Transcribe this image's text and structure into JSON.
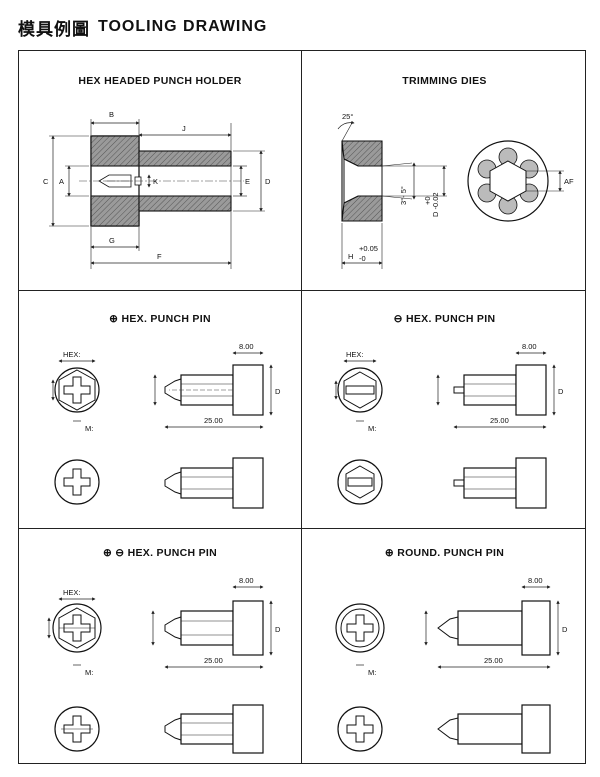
{
  "header": {
    "title_cn": "模具例圖",
    "title_en": "TOOLING DRAWING"
  },
  "panels": {
    "hex_holder": {
      "title": "HEX HEADED PUNCH HOLDER",
      "labels": {
        "B": "B",
        "J": "J",
        "C": "C",
        "A": "A",
        "K": "K",
        "E": "E",
        "D": "D",
        "G": "G",
        "F": "F"
      }
    },
    "trimming": {
      "title": "TRIMMING  DIES",
      "labels": {
        "angle": "25°",
        "taper": "3°- 5°",
        "d_tol_plus": "+0",
        "d_tol": "D -0.02",
        "h_tol_plus": "+0.05",
        "h": "H",
        "h_tol_minus": "-0",
        "af": "AF"
      }
    },
    "plus_hex": {
      "title": "⊕ HEX. PUNCH PIN",
      "labels": {
        "hex": "HEX:",
        "m": "M:",
        "dim_head": "8.00",
        "dim_len": "25.00",
        "d": "D"
      }
    },
    "minus_hex": {
      "title": "⊖ HEX. PUNCH PIN",
      "labels": {
        "hex": "HEX:",
        "m": "M:",
        "dim_head": "8.00",
        "dim_len": "25.00",
        "d": "D"
      }
    },
    "plusminus_hex": {
      "title": "⊕ ⊖ HEX. PUNCH PIN",
      "labels": {
        "hex": "HEX:",
        "m": "M:",
        "dim_head": "8.00",
        "dim_len": "25.00",
        "d": "D"
      }
    },
    "round": {
      "title": "⊕ ROUND. PUNCH PIN",
      "labels": {
        "m": "M:",
        "dim_head": "8.00",
        "dim_len": "25.00",
        "d": "D"
      }
    }
  }
}
